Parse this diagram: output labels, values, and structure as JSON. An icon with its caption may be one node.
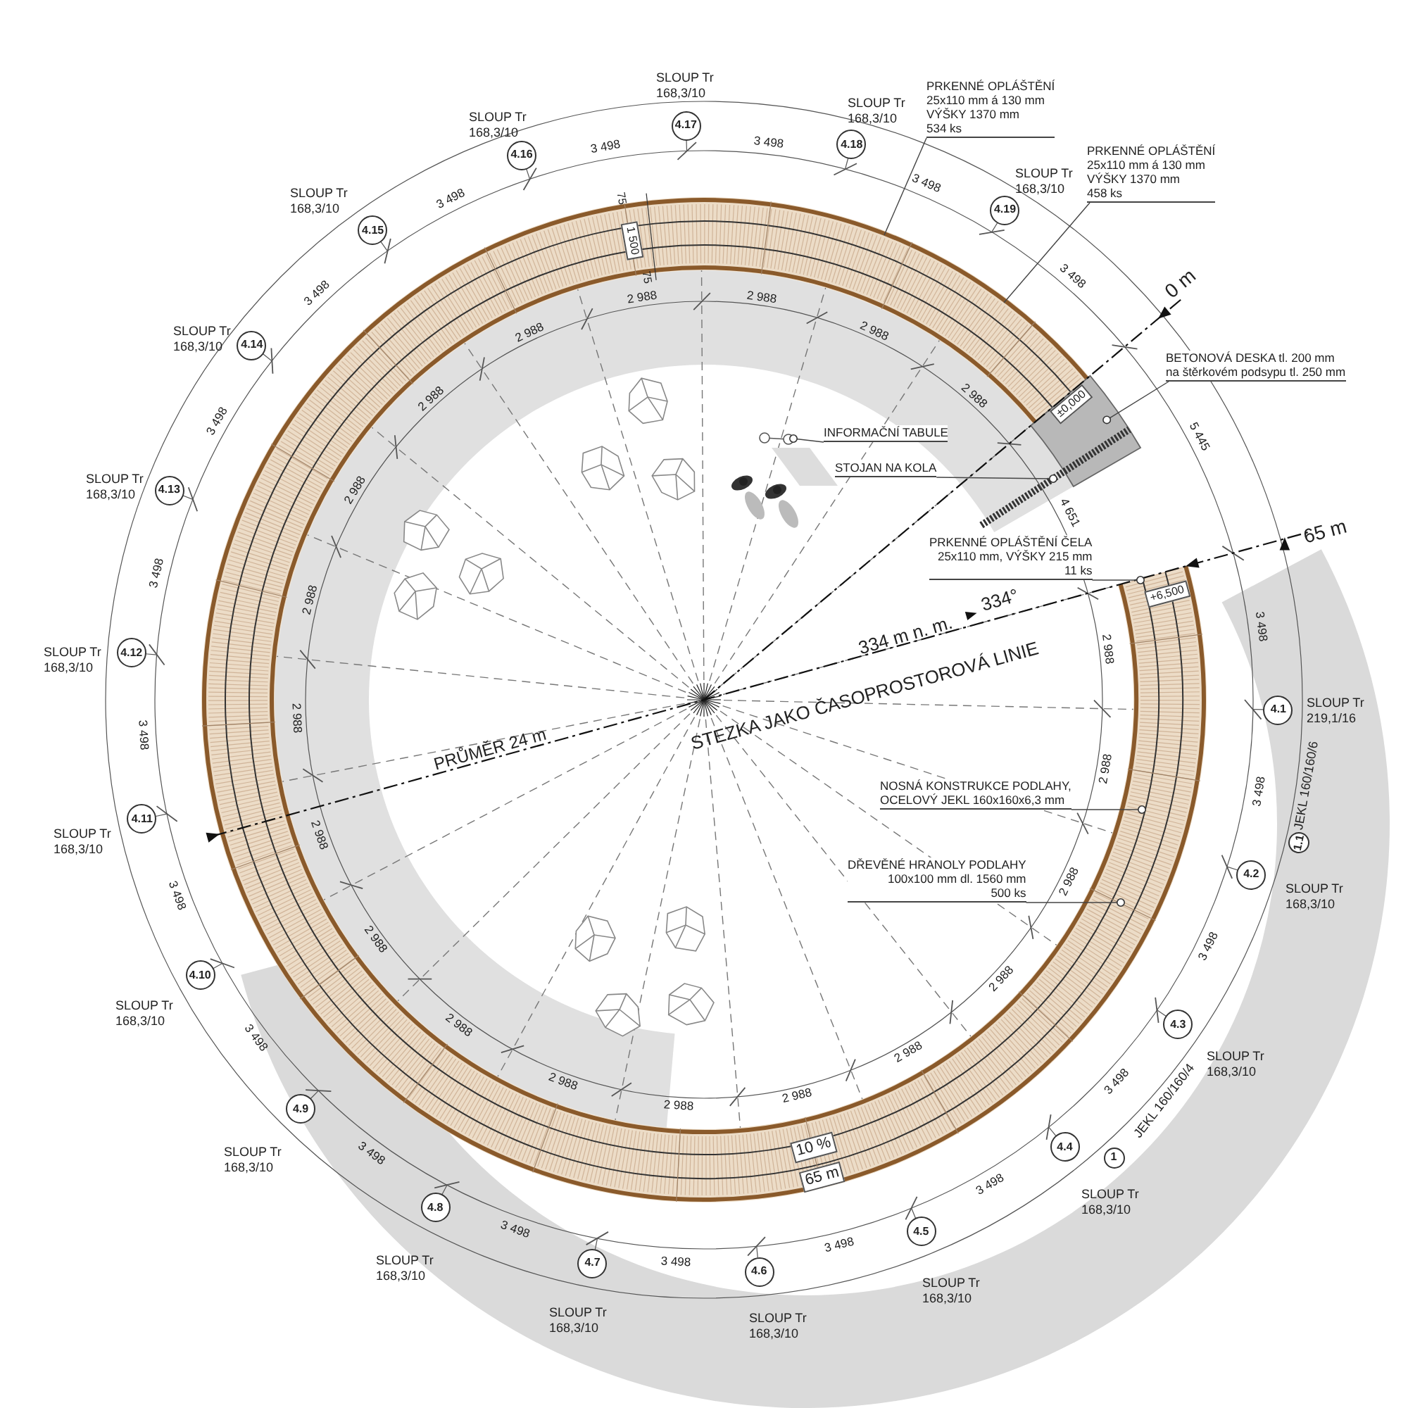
{
  "diagram": {
    "nodes": [
      {
        "text": [
          "PRKENNÉ OPLÁŠTĚNÍ",
          "25x110 mm á 130 mm",
          "VÝŠKY 1370 mm",
          "534 ks"
        ]
      },
      {
        "text": [
          "PRKENNÉ OPLÁŠTĚNÍ",
          "25x110 mm á 130 mm",
          "VÝŠKY 1370 mm",
          "458 ks"
        ]
      },
      {
        "text": [
          "BETONOVÁ DESKA tl. 200 mm",
          "na štěrkovém podsypu tl. 250 mm"
        ]
      },
      {
        "text": [
          "INFORMAČNÍ TABULE"
        ]
      },
      {
        "text": [
          "STOJAN NA KOLA"
        ]
      },
      {
        "text": [
          "PRKENNÉ OPLÁŠTĚNÍ ČELA",
          "25x110 mm, VÝŠKY 215 mm",
          "11 ks"
        ]
      },
      {
        "text": [
          "NOSNÁ KONSTRUKCE PODLAHY,",
          "OCELOVÝ JEKL 160x160x6,3 mm"
        ]
      },
      {
        "text": [
          "DŘEVĚNÉ HRANOLY PODLAHY",
          "100x100 mm dl. 1560 mm",
          "500 ks"
        ]
      },
      {
        "text": [
          "4.1"
        ],
        "beside": [
          "SLOUP Tr",
          "219,1/16"
        ]
      },
      {
        "text": [
          "4.2"
        ],
        "beside": [
          "SLOUP Tr",
          "168,3/10"
        ]
      },
      {
        "text": [
          "4.3"
        ],
        "beside": [
          "SLOUP Tr",
          "168,3/10"
        ]
      },
      {
        "text": [
          "4.4"
        ],
        "beside": [
          "SLOUP Tr",
          "168,3/10"
        ]
      },
      {
        "text": [
          "4.5"
        ],
        "beside": [
          "SLOUP Tr",
          "168,3/10"
        ]
      },
      {
        "text": [
          "4.6"
        ],
        "beside": [
          "SLOUP Tr",
          "168,3/10"
        ]
      },
      {
        "text": [
          "4.7"
        ],
        "beside": [
          "SLOUP Tr",
          "168,3/10"
        ]
      },
      {
        "text": [
          "4.8"
        ],
        "beside": [
          "SLOUP Tr",
          "168,3/10"
        ]
      },
      {
        "text": [
          "4.9"
        ],
        "beside": [
          "SLOUP Tr",
          "168,3/10"
        ]
      },
      {
        "text": [
          "4.10"
        ],
        "beside": [
          "SLOUP Tr",
          "168,3/10"
        ]
      },
      {
        "text": [
          "4.11"
        ],
        "beside": [
          "SLOUP Tr",
          "168,3/10"
        ]
      },
      {
        "text": [
          "4.12"
        ],
        "beside": [
          "SLOUP Tr",
          "168,3/10"
        ]
      },
      {
        "text": [
          "4.13"
        ],
        "beside": [
          "SLOUP Tr",
          "168,3/10"
        ]
      },
      {
        "text": [
          "4.14"
        ],
        "beside": [
          "SLOUP Tr",
          "168,3/10"
        ]
      },
      {
        "text": [
          "4.15"
        ],
        "beside": [
          "SLOUP Tr",
          "168,3/10"
        ]
      },
      {
        "text": [
          "4.16"
        ],
        "beside": [
          "SLOUP Tr",
          "168,3/10"
        ]
      },
      {
        "text": [
          "4.17"
        ],
        "beside": [
          "SLOUP Tr",
          "168,3/10"
        ]
      },
      {
        "text": [
          "4.18"
        ],
        "beside": [
          "SLOUP Tr",
          "168,3/10"
        ]
      },
      {
        "text": [
          "4.19"
        ],
        "beside": [
          "SLOUP Tr",
          "168,3/10"
        ]
      },
      {
        "text": [
          "1.1"
        ],
        "beside": [
          "JEKL 160/160/6"
        ]
      },
      {
        "text": [
          "1"
        ]
      },
      {
        "text": [],
        "shape": "picture"
      },
      {
        "text": [],
        "shape": "box"
      },
      {
        "text": [],
        "shape": "picture"
      },
      {
        "text": [],
        "shape": "bar"
      }
    ],
    "edges": [
      {
        "from": 0,
        "to": 29,
        "arrow": "none"
      },
      {
        "from": 1,
        "to": 29,
        "arrow": "none"
      },
      {
        "from": 2,
        "to": 30,
        "arrow": "other"
      },
      {
        "from": 3,
        "to": 31,
        "arrow": "other"
      },
      {
        "from": 4,
        "to": 32,
        "arrow": "other"
      },
      {
        "from": 5,
        "to": 29,
        "arrow": "other"
      },
      {
        "from": 6,
        "to": 29,
        "arrow": "other"
      },
      {
        "from": 7,
        "to": 29,
        "arrow": "other"
      }
    ],
    "labels": [
      "75",
      "1 500",
      "75",
      "0 m",
      "±0,000",
      "5 445",
      "4 651",
      "65 m",
      "+6,500",
      "334 m n. m.",
      "334°",
      "STEZKA JAKO ČASOPROSTOROVÁ LINIE",
      "PRŮMĚR 24 m",
      "10 %",
      "65 m",
      "3 498",
      "3 498",
      "3 498",
      "3 498",
      "3 498",
      "3 498",
      "3 498",
      "3 498",
      "3 498",
      "3 498",
      "3 498",
      "3 498",
      "3 498",
      "3 498",
      "3 498",
      "3 498",
      "3 498",
      "3 498",
      "3 498",
      "3 498",
      "2 988",
      "2 988",
      "2 988",
      "2 988",
      "2 988",
      "2 988",
      "2 988",
      "2 988",
      "2 988",
      "2 988",
      "2 988",
      "2 988",
      "2 988",
      "2 988",
      "2 988",
      "2 988",
      "2 988",
      "2 988",
      "2 988",
      "2 988",
      "JEKL 160/160/4"
    ]
  }
}
